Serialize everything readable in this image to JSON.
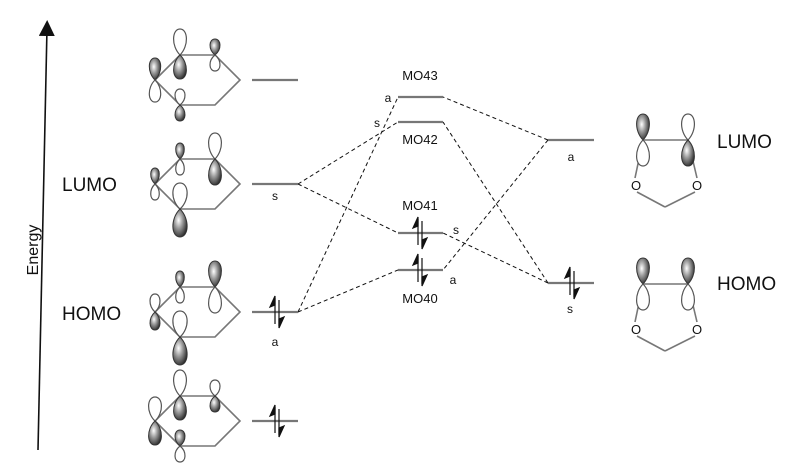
{
  "axis": {
    "label": "Energy",
    "icon": "up-arrow-icon"
  },
  "left_fragment": {
    "levels": [
      {
        "id": "L1",
        "role": "",
        "symmetry": "",
        "occupied": false,
        "rank": 4
      },
      {
        "id": "L2",
        "role": "LUMO",
        "symmetry": "s",
        "occupied": false,
        "rank": 3
      },
      {
        "id": "L3",
        "role": "HOMO",
        "symmetry": "a",
        "occupied": true,
        "rank": 2
      },
      {
        "id": "L4",
        "role": "",
        "symmetry": "",
        "occupied": true,
        "rank": 1
      }
    ]
  },
  "complex": {
    "levels": [
      {
        "id": "MO43",
        "label": "MO43",
        "symmetry": "a",
        "occupied": false
      },
      {
        "id": "MO42",
        "label": "MO42",
        "symmetry": "s",
        "occupied": false
      },
      {
        "id": "MO41",
        "label": "MO41",
        "symmetry": "s",
        "occupied": true
      },
      {
        "id": "MO40",
        "label": "MO40",
        "symmetry": "a",
        "occupied": true
      }
    ]
  },
  "right_fragment": {
    "levels": [
      {
        "id": "R1",
        "role": "LUMO",
        "symmetry": "a",
        "occupied": false
      },
      {
        "id": "R2",
        "role": "HOMO",
        "symmetry": "s",
        "occupied": true
      }
    ],
    "atom_labels": [
      "O",
      "O"
    ]
  },
  "correlations": [
    {
      "from": "L2",
      "to": "MO42"
    },
    {
      "from": "L2",
      "to": "MO41"
    },
    {
      "from": "L3",
      "to": "MO43"
    },
    {
      "from": "L3",
      "to": "MO40"
    },
    {
      "from": "R1",
      "to": "MO43"
    },
    {
      "from": "R1",
      "to": "MO40"
    },
    {
      "from": "R2",
      "to": "MO42"
    },
    {
      "from": "R2",
      "to": "MO41"
    }
  ],
  "colors": {
    "level": "#777777",
    "line": "#111111",
    "lobe_shade": "#333333"
  }
}
